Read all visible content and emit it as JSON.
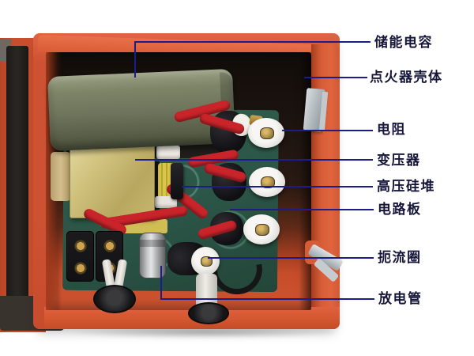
{
  "annotations": {
    "labels": [
      {
        "name": "storage-capacitor",
        "text": "储能电容"
      },
      {
        "name": "igniter-housing",
        "text": "点火器壳体"
      },
      {
        "name": "resistor",
        "text": "电阻"
      },
      {
        "name": "transformer",
        "text": "变压器"
      },
      {
        "name": "hv-silicon-stack",
        "text": "高压硅堆"
      },
      {
        "name": "circuit-board",
        "text": "电路板"
      },
      {
        "name": "choke-coil",
        "text": "扼流圈"
      },
      {
        "name": "discharge-tube",
        "text": "放电管"
      }
    ]
  },
  "colors": {
    "background": "#ffffff",
    "box_orange": "#cd5133",
    "box_inner_shadow": "#2a1a12",
    "capacitor_olive": "#6d735a",
    "transformer_brass": "#cfc17c",
    "pcb_green": "#2b5547",
    "resistor_white": "#f7f6f4",
    "wire_red": "#c8242a",
    "latch_silver": "#aab2b7",
    "leader_navy": "#1c1c8a",
    "label_text": "#16163a"
  }
}
